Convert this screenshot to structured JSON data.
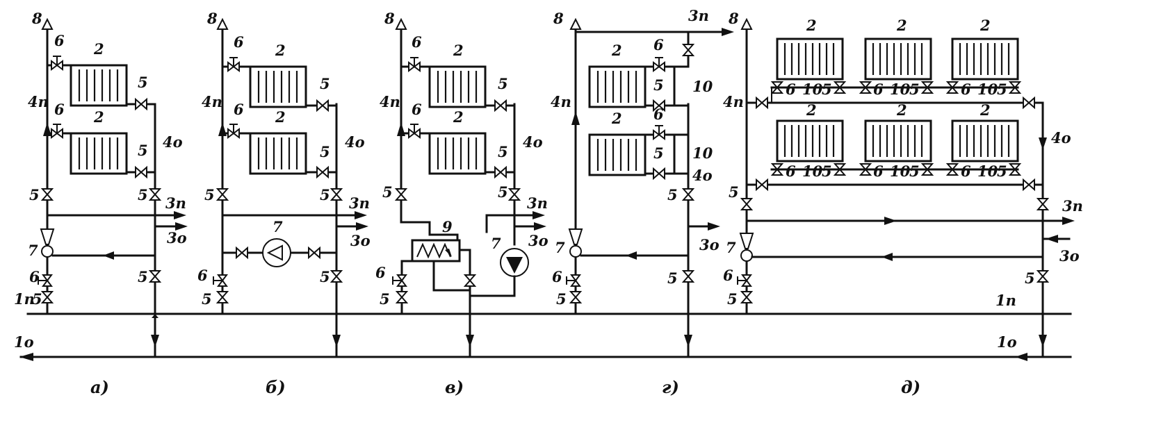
{
  "labels": {
    "vent": "8",
    "radiator": "2",
    "supply_valve": "6",
    "return_valve": "5",
    "riser_supply": "4п",
    "riser_return": "4о",
    "local_supply": "3п",
    "local_return": "3о",
    "mixer": "7",
    "exchanger": "9",
    "bypass": "10",
    "main_supply": "1п",
    "main_return": "1о"
  },
  "captions": {
    "a": "а)",
    "b": "б)",
    "v": "в)",
    "g": "г)",
    "d": "д)"
  }
}
